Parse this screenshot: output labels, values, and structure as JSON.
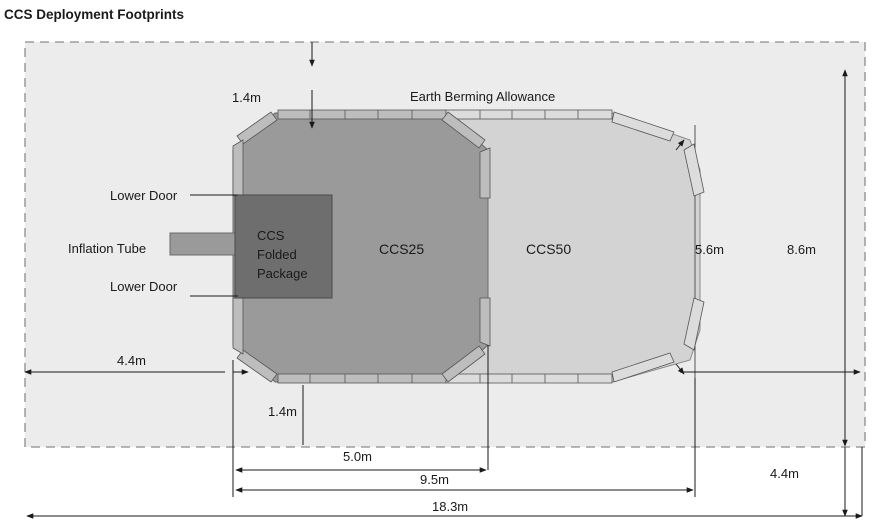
{
  "title": "CCS Deployment Footprints",
  "labels": {
    "earth_berming": "Earth Berming Allowance",
    "lower_door_top": "Lower Door",
    "lower_door_bottom": "Lower Door",
    "inflation_tube": "Inflation Tube",
    "package_line1": "CCS",
    "package_line2": "Folded",
    "package_line3": "Package",
    "ccs25": "CCS25",
    "ccs50": "CCS50"
  },
  "dimensions": {
    "berm_top": "1.4m",
    "berm_bottom": "1.4m",
    "left_allowance": "4.4m",
    "right_allowance": "4.4m",
    "ccs25_length": "5.0m",
    "ccs50_length": "9.5m",
    "total_length": "18.3m",
    "shelter_width": "5.6m",
    "total_width": "8.6m"
  },
  "colors": {
    "footprint_area": "#ececec",
    "ccs25_fill": "#9a9a9a",
    "ccs50_fill": "#d3d3d3",
    "package_fill": "#6e6e6e",
    "panel_fill": "#bdbdbd",
    "line": "#1a1a1a"
  }
}
